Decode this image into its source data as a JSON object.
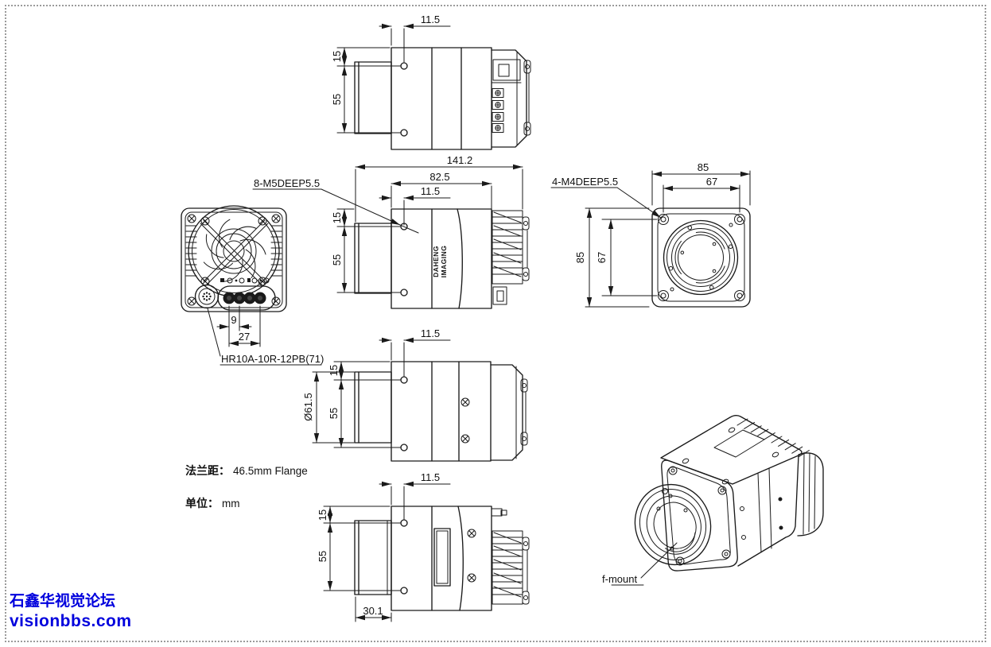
{
  "colors": {
    "line": "#1a1a1a",
    "watermark": "#0000dd",
    "border_dots": "#9b9b9b"
  },
  "views": {
    "top": {
      "dim_offset": "11.5",
      "dim_flange": "15",
      "dim_span": "55"
    },
    "side": {
      "dim_total": "141.2",
      "dim_body": "82.5",
      "dim_offset": "11.5",
      "dim_flange": "15",
      "dim_span": "55",
      "screw_label": "8-M5DEEP5.5",
      "logo_line1": "DAHENG",
      "logo_line2": "IMAGING"
    },
    "rear": {
      "dim_pitch": "9",
      "dim_span": "27",
      "connector_label": "HR10A-10R-12PB(71)"
    },
    "front": {
      "dim_width": "85",
      "dim_hole_w": "67",
      "dim_height": "85",
      "dim_hole_h": "67",
      "screw_label": "4-M4DEEP5.5"
    },
    "bottom": {
      "dim_offset": "11.5",
      "dim_flange": "15",
      "dim_span": "55",
      "dim_lens_dia": "Ø61.5"
    },
    "side2": {
      "dim_offset": "11.5",
      "dim_flange": "15",
      "dim_span": "55",
      "dim_front_depth": "30.1"
    },
    "iso": {
      "mount_label": "f-mount"
    }
  },
  "notes": {
    "flange_label": "法兰距：",
    "flange_value": "46.5mm Flange",
    "unit_label": "单位：",
    "unit_value": "mm"
  },
  "watermark": {
    "site_name": "石鑫华视觉论坛",
    "site_url": "visionbbs.com"
  }
}
